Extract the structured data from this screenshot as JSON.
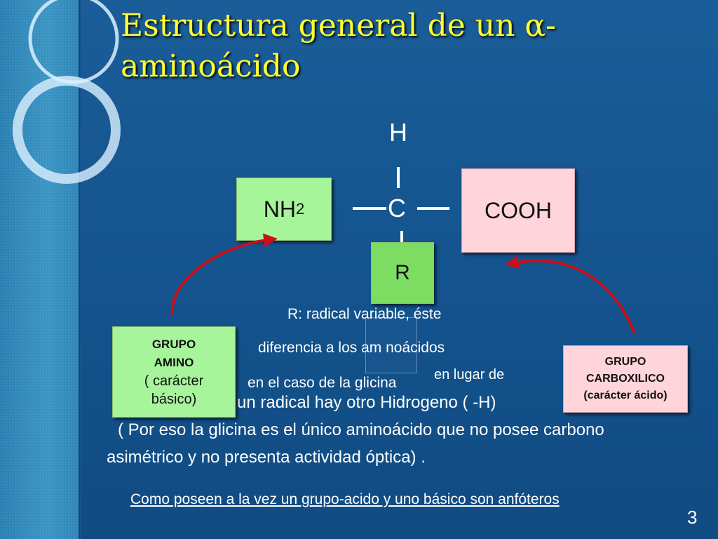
{
  "title": {
    "line1": "Estructura general de un α-",
    "line2": "aminoácido"
  },
  "formula": {
    "h": "H",
    "c": "C",
    "nh2_base": "NH",
    "nh2_sub": "2",
    "cooh": "COOH",
    "r": "R"
  },
  "notes": {
    "r_desc_1": "R: radical variable, éste",
    "r_desc_2": "diferencia a  los am noácidos",
    "glicina_1": "en el caso de la glicina",
    "glicina_2": "en lugar de",
    "glicina_3": "un radical hay otro Hidrogeno ( -H)",
    "porque_1": "( Por eso la glicina es el único aminoácido que no posee carbono",
    "porque_2": "asimétrico y no presenta actividad óptica) ."
  },
  "amino_group": {
    "line1": "GRUPO",
    "line2": "AMINO",
    "line3": "( carácter",
    "line4": "básico)"
  },
  "carboxyl_group": {
    "line1": "GRUPO",
    "line2": "CARBOXILICO",
    "line3": "(carácter ácido)"
  },
  "footer": {
    "link": "Como poseen a la vez un grupo-acido y uno básico son anfóteros",
    "page": "3"
  },
  "colors": {
    "background": "#13528c",
    "title": "#ffff33",
    "amino": "#a6f59b",
    "carboxyl": "#ffd4da",
    "radical": "#7ddd63",
    "arrow": "#c8101a"
  }
}
